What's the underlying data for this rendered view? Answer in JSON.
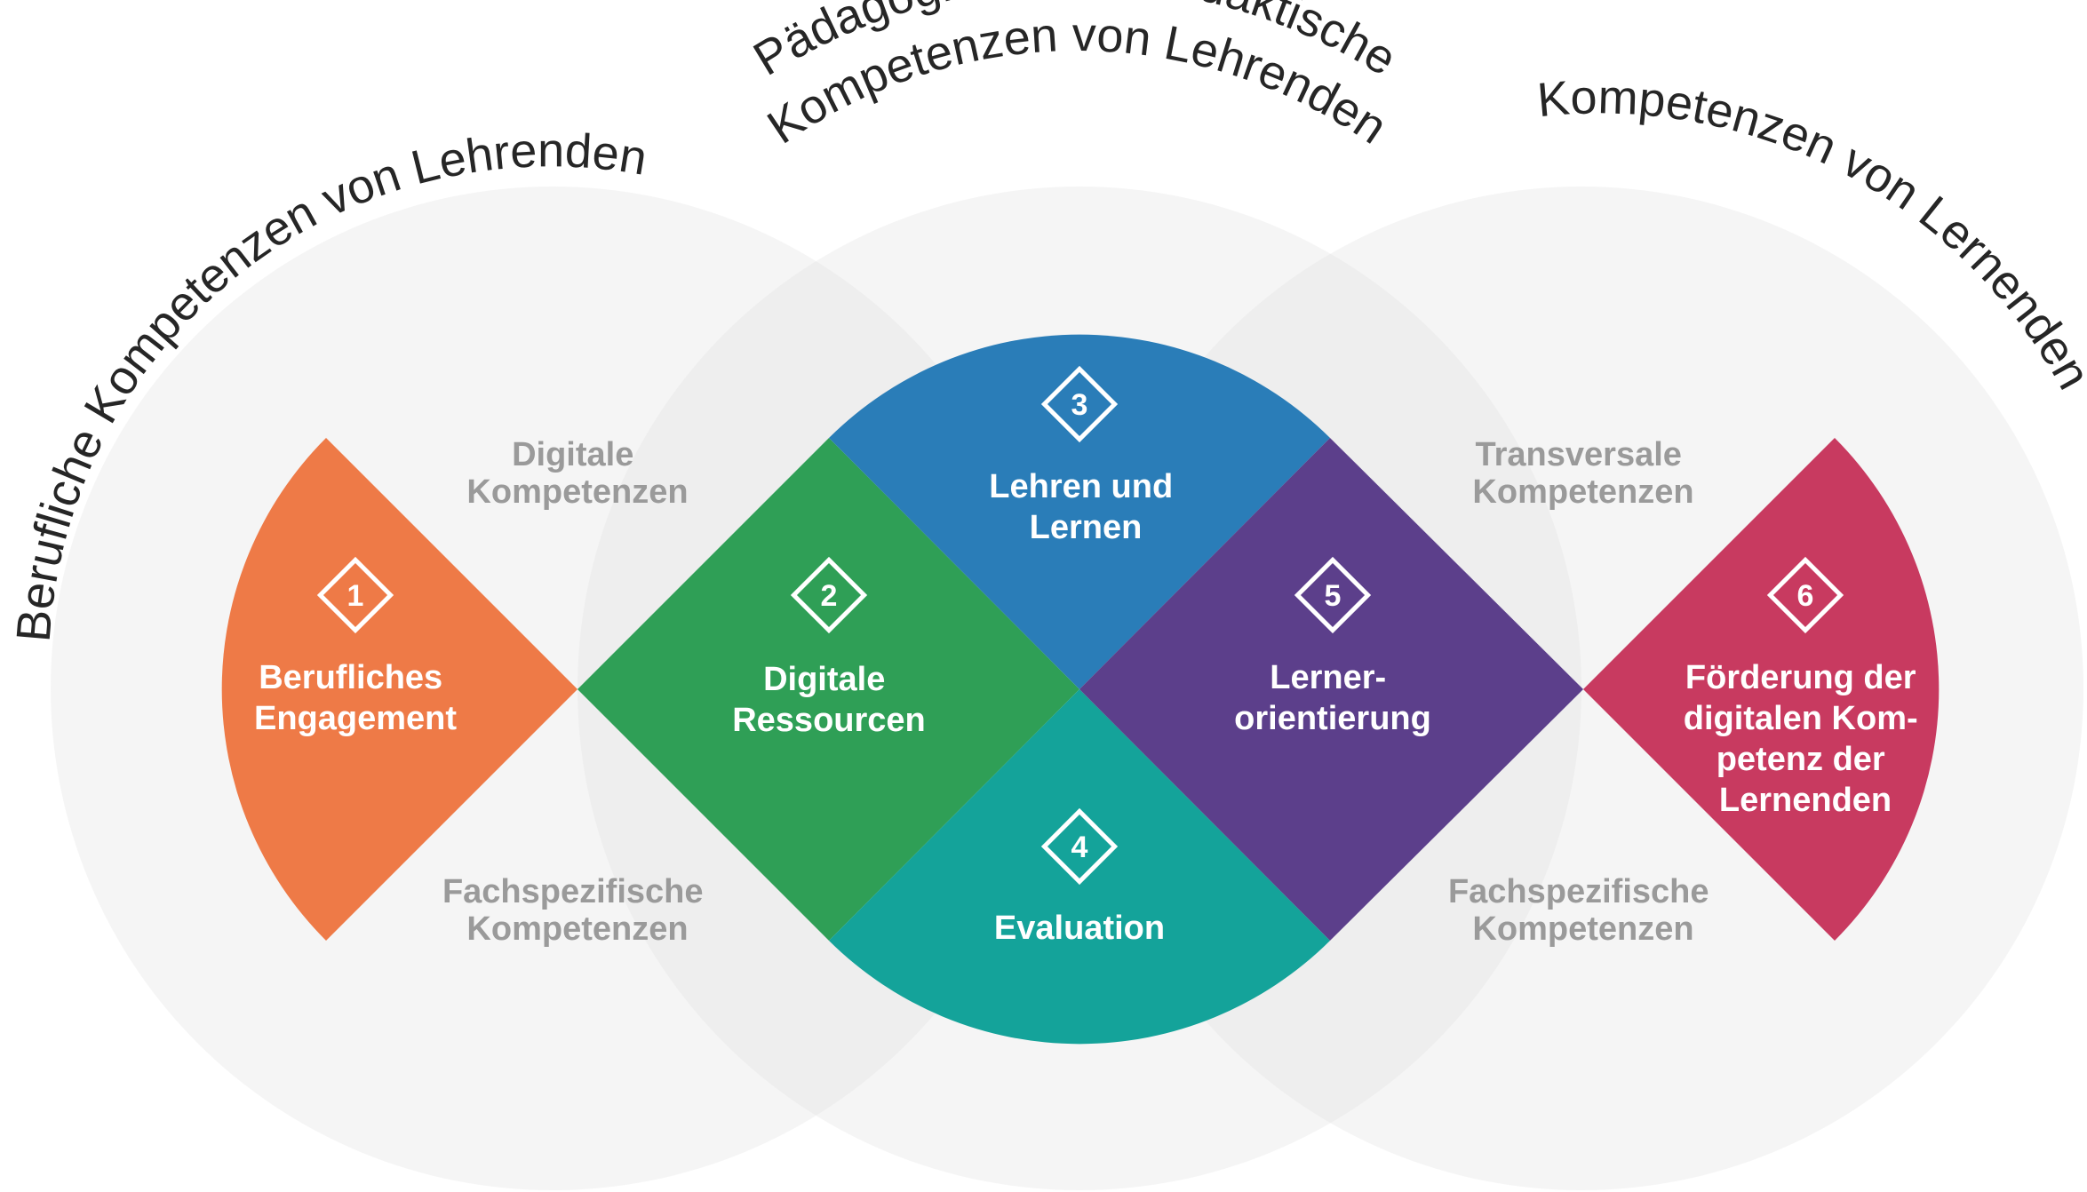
{
  "arcs": {
    "left": "Berufliche Kompetenzen von Lehrenden",
    "middle_line1": "Pädagogische und didaktische",
    "middle_line2": "Kompetenzen von Lehrenden",
    "right": "Kompetenzen von Lernenden"
  },
  "labels": {
    "top_left": [
      "Digitale",
      "Kompetenzen"
    ],
    "bottom_left": [
      "Fachspezifische",
      "Kompetenzen"
    ],
    "top_right": [
      "Transversale",
      "Kompetenzen"
    ],
    "bottom_right": [
      "Fachspezifische",
      "Kompetenzen"
    ]
  },
  "segments": [
    {
      "number": "1",
      "lines": [
        "Berufliches",
        "Engagement"
      ],
      "color": "#ee7a47"
    },
    {
      "number": "2",
      "lines": [
        "Digitale",
        "Ressourcen"
      ],
      "color": "#2f9f56"
    },
    {
      "number": "3",
      "lines": [
        "Lehren und",
        "Lernen"
      ],
      "color": "#2a7db8"
    },
    {
      "number": "4",
      "lines": [
        "Evaluation"
      ],
      "color": "#14a39a"
    },
    {
      "number": "5",
      "lines": [
        "Lerner-",
        "orientierung"
      ],
      "color": "#5c3f8b"
    },
    {
      "number": "6",
      "lines": [
        "Förderung der",
        "digitalen Kom-",
        "petenz der",
        "Lernenden"
      ],
      "color": "#c83a60"
    }
  ],
  "colors": {
    "circle": "#e3e3e3",
    "text_grey": "#9a9a9a"
  }
}
